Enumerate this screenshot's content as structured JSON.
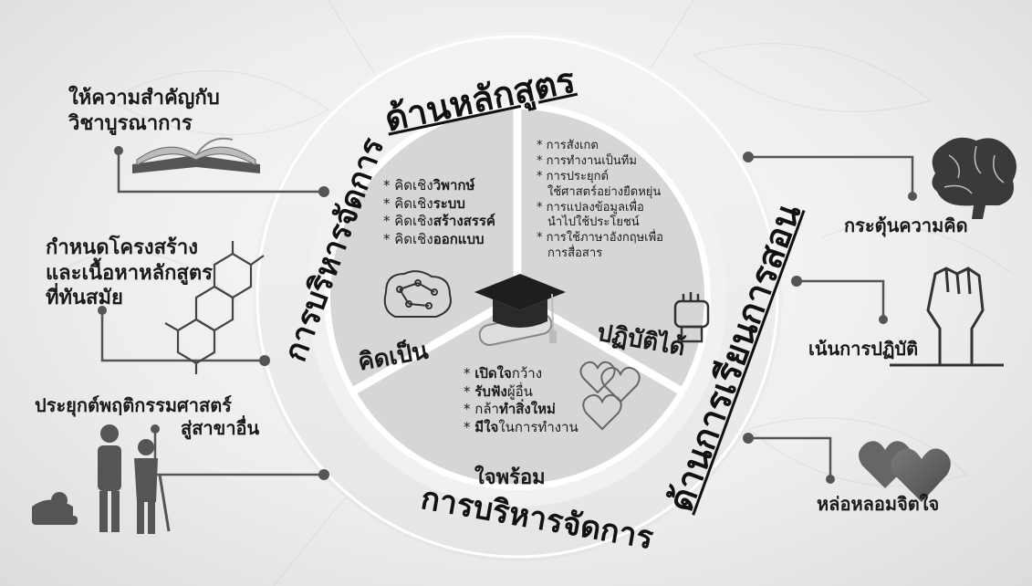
{
  "outer_arcs": {
    "top_left_prefix": "การบริหารจัดการ",
    "top_left_main": "ด้านหลักสูตร",
    "bottom_right_prefix": "การบริหารจัดการ",
    "bottom_right_main": "ด้านการเรียนการสอน"
  },
  "sectors": {
    "think": {
      "label": "คิดเป็น",
      "items": [
        {
          "prefix": "* คิดเชิง",
          "bold": "วิพากษ์"
        },
        {
          "prefix": "* คิดเชิง",
          "bold": "ระบบ"
        },
        {
          "prefix": "* คิดเชิง",
          "bold": "สร้างสรรค์"
        },
        {
          "prefix": "* คิดเชิง",
          "bold": "ออกแบบ"
        }
      ]
    },
    "practice": {
      "label": "ปฏิบัติได้",
      "items": [
        "* การสังเกต",
        "* การทำงานเป็นทีม",
        "* การประยุกต์",
        "ใช้ศาสตร์อย่างยืดหยุ่น",
        "* การแปลงข้อมูลเพื่อ",
        "นำไปใช้ประโยชน์",
        "* การใช้ภาษาอังกฤษเพื่อ",
        "การสื่อสาร"
      ]
    },
    "heart": {
      "label": "ใจพร้อม",
      "items": [
        {
          "prefix": "* ",
          "bold": "เปิดใจ",
          "suffix": "กว้าง"
        },
        {
          "prefix": "* ",
          "bold": "รับฟัง",
          "suffix": "ผู้อื่น"
        },
        {
          "prefix": "* กล้า",
          "bold": "ทำสิ่งใหม่",
          "suffix": ""
        },
        {
          "prefix": "* ",
          "bold": "มีใจ",
          "suffix": "ในการทำงาน"
        }
      ]
    }
  },
  "left_labels": {
    "interdisciplinary": [
      "ให้ความสำคัญกับ",
      "วิชาบูรณาการ"
    ],
    "structure": [
      "กำหนดโครงสร้าง",
      "และเนื้อหาหลักสูตร",
      "ที่ทันสมัย"
    ],
    "apply": [
      "ประยุกต์พฤติกรรมศาสตร์",
      "สู่สาขาอื่น"
    ]
  },
  "right_labels": {
    "stimulate": "กระตุ้นความคิด",
    "practice": "เน้นการปฏิบัติ",
    "nurture": "หล่อหลอมจิตใจ"
  },
  "icons": [
    "book-icon",
    "molecule-icon",
    "people-icon",
    "brain-icon",
    "fist-icon",
    "hearts-icon",
    "graduation-cap-icon",
    "circuit-brain-icon",
    "hand-icon"
  ]
}
